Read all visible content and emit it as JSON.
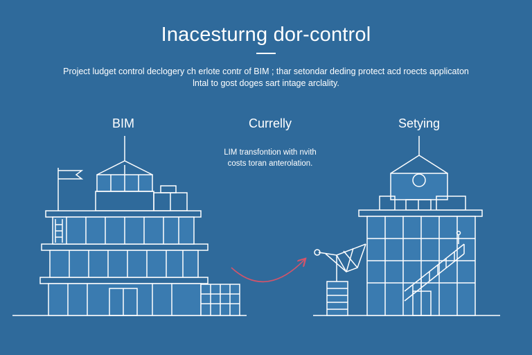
{
  "title": "Inacesturng dor-control",
  "description": {
    "line1": "Project ludget control declogery ch erlote contr of BIM ; thar setondar deding protect acd roects applicaton",
    "line2": "lntal to gost doges sart intage arclality."
  },
  "labels": {
    "left": "BIM",
    "middle": "Currelly",
    "right": "Setying"
  },
  "note": {
    "line1": "LIM transfontion with nvith",
    "line2": "costs toran anterolation."
  },
  "colors": {
    "background": "#2f6a9b",
    "line": "#ffffff",
    "arrow": "#d4546a",
    "glass": "#3a7bb0"
  }
}
